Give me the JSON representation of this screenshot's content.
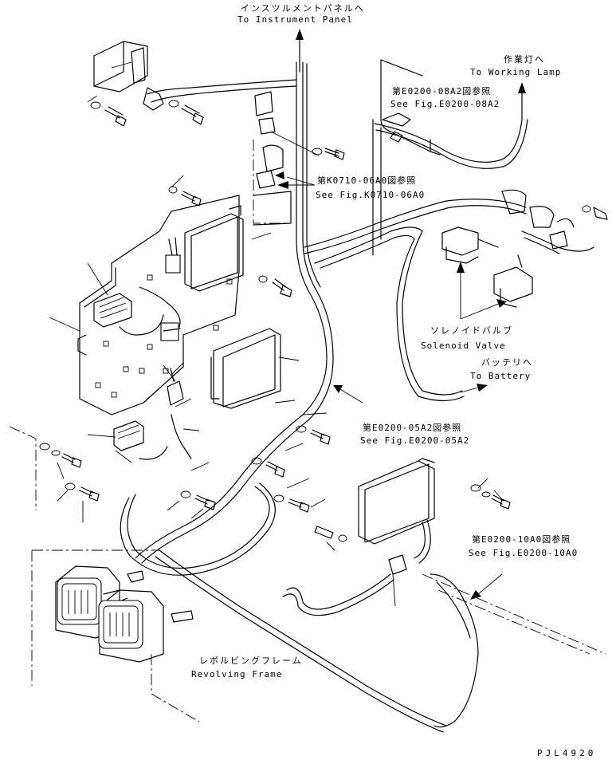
{
  "labels": {
    "instrument_panel_jp": "インスツルメントパネルへ",
    "instrument_panel_en": "To Instrument Panel",
    "working_lamp_jp": "作業灯へ",
    "working_lamp_en": "To Working Lamp",
    "ref_08a2_jp": "第E0200-08A2図参照",
    "ref_08a2_en": "See Fig.E0200-08A2",
    "ref_06a0_jp": "第K0710-06A0図参照",
    "ref_06a0_en": "See Fig.K0710-06A0",
    "solenoid_jp": "ソレノイドバルブ",
    "solenoid_en": "Solenoid Valve",
    "battery_jp": "バッテリへ",
    "battery_en": "To Battery",
    "ref_05a2_jp": "第E0200-05A2図参照",
    "ref_05a2_en": "See Fig.E0200-05A2",
    "ref_10a0_jp": "第E0200-10A0図参照",
    "ref_10a0_en": "See Fig.E0200-10A0",
    "revolving_frame_jp": "レボルビングフレーム",
    "revolving_frame_en": "Revolving Frame",
    "drawing_code": "PJL4920"
  }
}
